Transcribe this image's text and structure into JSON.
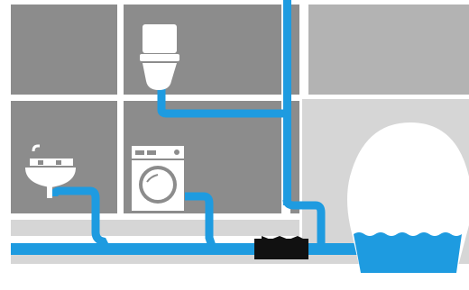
{
  "colors": {
    "background": "#ffffff",
    "wall": "#8c8c8c",
    "wall_light": "#b3b3b3",
    "floor_area": "#d6d6d6",
    "pipe": "#1e9be0",
    "appliance": "#ffffff",
    "valve": "#111111",
    "tank_water": "#1e9be0"
  },
  "elements": [
    {
      "name": "wall-tile-grid",
      "kind": "structure"
    },
    {
      "name": "toilet-icon",
      "kind": "fixture"
    },
    {
      "name": "washbasin-icon",
      "kind": "fixture"
    },
    {
      "name": "washing-machine-icon",
      "kind": "appliance"
    },
    {
      "name": "drain-pipe-network",
      "kind": "pipe"
    },
    {
      "name": "vertical-stack-pipe",
      "kind": "pipe"
    },
    {
      "name": "check-valve-icon",
      "kind": "valve"
    },
    {
      "name": "septic-tank-icon",
      "kind": "tank"
    }
  ]
}
